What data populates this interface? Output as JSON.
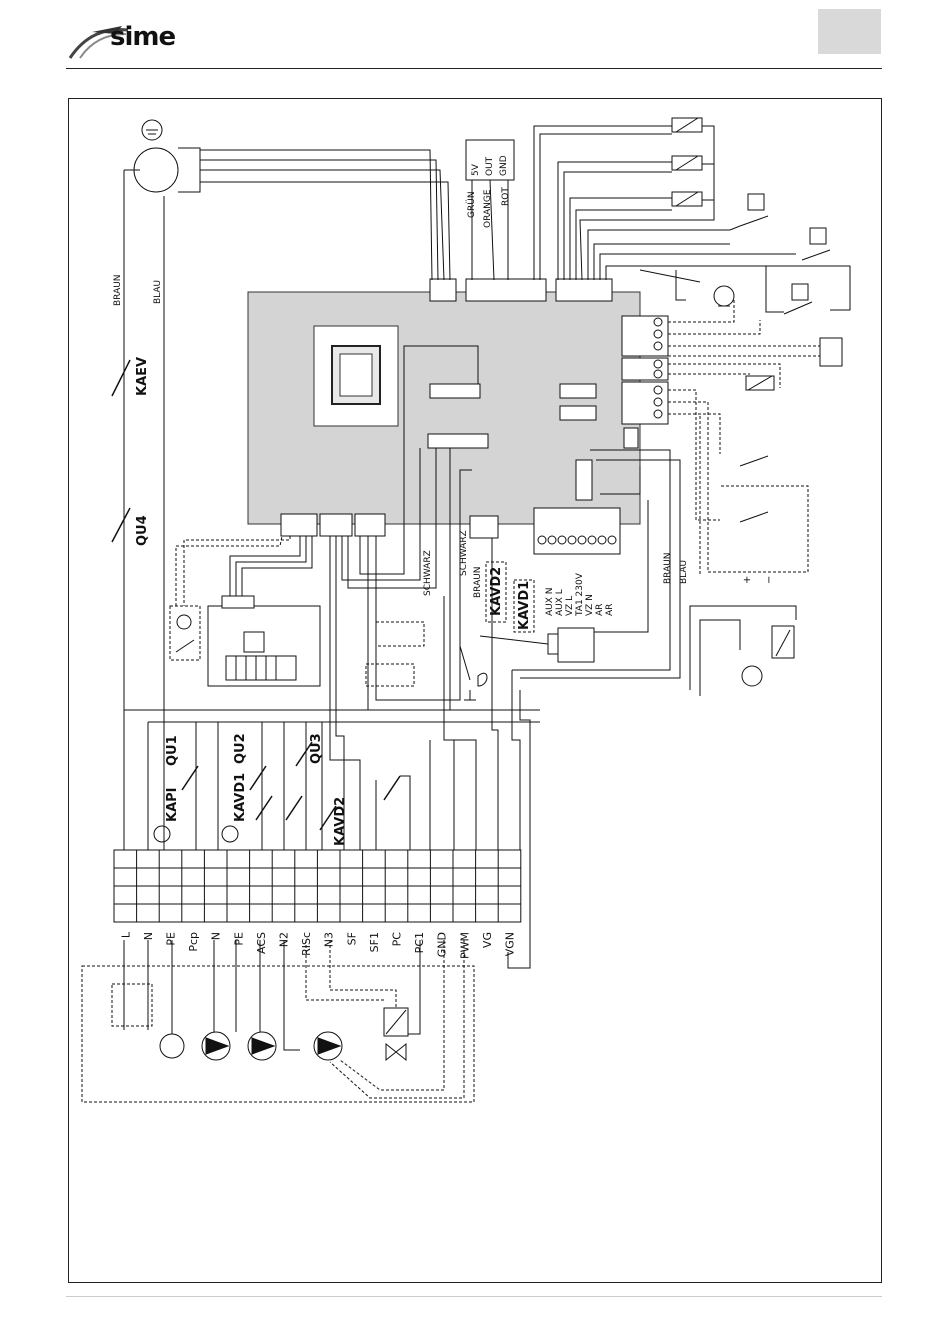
{
  "brand": {
    "name": "sime"
  },
  "wire_colors": {
    "braun": "BRAUN",
    "blau": "BLAU",
    "schwarz": "SCHWARZ",
    "gruen": "GRÜN",
    "orange": "ORANGE",
    "rot": "ROT"
  },
  "sensor_pins": [
    "5V",
    "OUT",
    "GND"
  ],
  "components": {
    "kaev": "KAEV",
    "qu4": "QU4",
    "qu1": "QU1",
    "qu2": "QU2",
    "qu3": "QU3",
    "kapi": "KAPI",
    "kavd1": "KAVD1",
    "kavd2": "KAVD2"
  },
  "aux_terminals": [
    "AUX N",
    "AUX L",
    "VZ L",
    "TA1 230V",
    "VZ N",
    "AR",
    "AR"
  ],
  "polarity": {
    "plus": "+",
    "minus": "−"
  },
  "terminal_labels": [
    "L",
    "N",
    "PE",
    "Pcp",
    "N",
    "PE",
    "ACS",
    "N2",
    "RISc",
    "N3",
    "SF",
    "SF1",
    "PC",
    "PC1",
    "GND",
    "PWM",
    "VG",
    "VGN"
  ]
}
